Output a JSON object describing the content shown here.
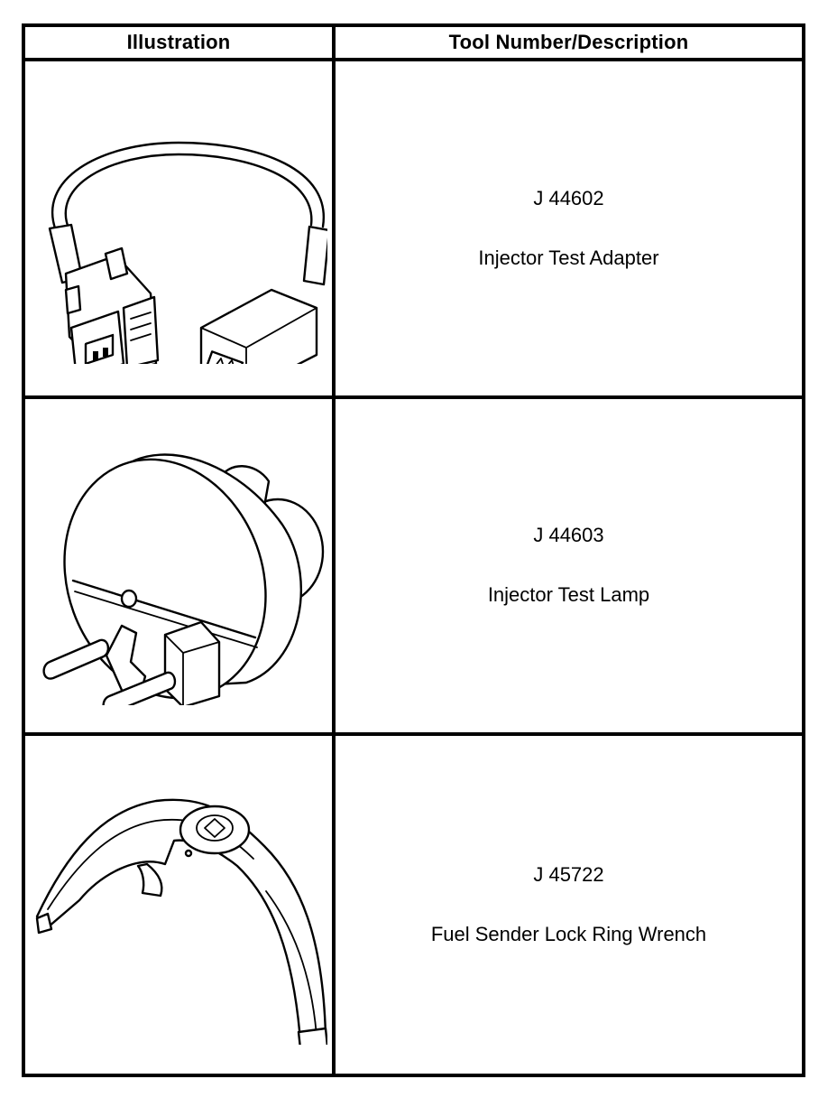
{
  "table": {
    "headers": {
      "illustration": "Illustration",
      "description": "Tool Number/Description"
    },
    "rows": [
      {
        "tool_number": "J 44602",
        "description": "Injector Test Adapter"
      },
      {
        "tool_number": "J 44603",
        "description": "Injector Test Lamp"
      },
      {
        "tool_number": "J 45722",
        "description": "Fuel Sender Lock Ring Wrench"
      }
    ]
  }
}
